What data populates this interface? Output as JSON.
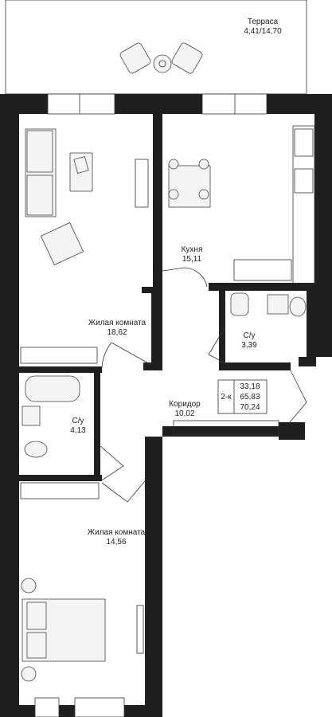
{
  "rooms": {
    "terrace": {
      "name": "Терраса",
      "area": "4,41/14,70"
    },
    "living1": {
      "name": "Жилая комната",
      "area": "18,62"
    },
    "kitchen": {
      "name": "Кухня",
      "area": "15,11"
    },
    "bath_right": {
      "name": "С/у",
      "area": "3,39"
    },
    "bath_left": {
      "name": "С/у",
      "area": "4,13"
    },
    "corridor": {
      "name": "Коридор",
      "area": "10,02"
    },
    "living2": {
      "name": "Жилая комната",
      "area": "14,56"
    }
  },
  "summary": {
    "type": "2-к",
    "living_area": "33,18",
    "total_area": "65,83",
    "total_with_terrace": "70,24"
  }
}
